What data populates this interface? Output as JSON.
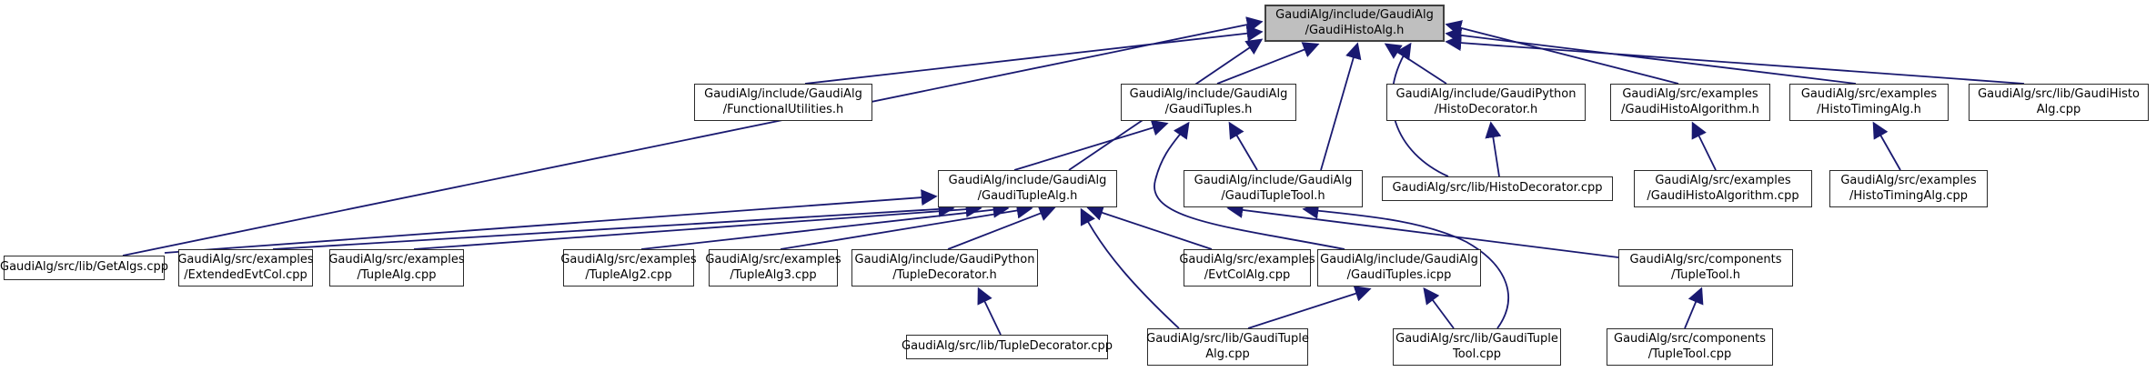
{
  "diagram": {
    "kind": "include-dependency-graph",
    "root_file": "GaudiAlg/include/GaudiAlg/GaudiHistoAlg.h"
  },
  "colors": {
    "edge_color": "#191970",
    "node_border": "#2b2b2b",
    "node_fill": "#ffffff",
    "root_fill": "#bfbfbf",
    "root_border": "#404040",
    "text_color": "#000000",
    "background": "#ffffff"
  },
  "nodes": {
    "gaudi_histo_alg_h": {
      "line1": "GaudiAlg/include/GaudiAlg",
      "line2": "/GaudiHistoAlg.h"
    },
    "functional_utilities_h": {
      "line1": "GaudiAlg/include/GaudiAlg",
      "line2": "/FunctionalUtilities.h"
    },
    "gaudi_tuples_h": {
      "line1": "GaudiAlg/include/GaudiAlg",
      "line2": "/GaudiTuples.h"
    },
    "histo_decorator_h": {
      "line1": "GaudiAlg/include/GaudiPython",
      "line2": "/HistoDecorator.h"
    },
    "gaudi_histo_algorithm_h": {
      "line1": "GaudiAlg/src/examples",
      "line2": "/GaudiHistoAlgorithm.h"
    },
    "histo_timing_alg_h": {
      "line1": "GaudiAlg/src/examples",
      "line2": "/HistoTimingAlg.h"
    },
    "gaudi_histo_alg_cpp": {
      "line1": "GaudiAlg/src/lib/GaudiHisto",
      "line2": "Alg.cpp"
    },
    "gaudi_tuple_alg_h": {
      "line1": "GaudiAlg/include/GaudiAlg",
      "line2": "/GaudiTupleAlg.h"
    },
    "gaudi_tuple_tool_h": {
      "line1": "GaudiAlg/include/GaudiAlg",
      "line2": "/GaudiTupleTool.h"
    },
    "histo_decorator_cpp": {
      "line1": "GaudiAlg/src/lib/HistoDecorator.cpp"
    },
    "gaudi_histo_algorithm_cpp": {
      "line1": "GaudiAlg/src/examples",
      "line2": "/GaudiHistoAlgorithm.cpp"
    },
    "histo_timing_alg_cpp": {
      "line1": "GaudiAlg/src/examples",
      "line2": "/HistoTimingAlg.cpp"
    },
    "get_algs_cpp": {
      "line1": "GaudiAlg/src/lib/GetAlgs.cpp"
    },
    "extended_evt_col_cpp": {
      "line1": "GaudiAlg/src/examples",
      "line2": "/ExtendedEvtCol.cpp"
    },
    "tuple_alg_cpp": {
      "line1": "GaudiAlg/src/examples",
      "line2": "/TupleAlg.cpp"
    },
    "tuple_alg2_cpp": {
      "line1": "GaudiAlg/src/examples",
      "line2": "/TupleAlg2.cpp"
    },
    "tuple_alg3_cpp": {
      "line1": "GaudiAlg/src/examples",
      "line2": "/TupleAlg3.cpp"
    },
    "tuple_decorator_h": {
      "line1": "GaudiAlg/include/GaudiPython",
      "line2": "/TupleDecorator.h"
    },
    "evt_col_alg_cpp": {
      "line1": "GaudiAlg/src/examples",
      "line2": "/EvtColAlg.cpp"
    },
    "gaudi_tuples_icpp": {
      "line1": "GaudiAlg/include/GaudiAlg",
      "line2": "/GaudiTuples.icpp"
    },
    "tuple_tool_h": {
      "line1": "GaudiAlg/src/components",
      "line2": "/TupleTool.h"
    },
    "tuple_decorator_cpp": {
      "line1": "GaudiAlg/src/lib/TupleDecorator.cpp"
    },
    "gaudi_tuple_alg_cpp": {
      "line1": "GaudiAlg/src/lib/GaudiTuple",
      "line2": "Alg.cpp"
    },
    "gaudi_tuple_tool_cpp": {
      "line1": "GaudiAlg/src/lib/GaudiTuple",
      "line2": "Tool.cpp"
    },
    "tuple_tool_cpp": {
      "line1": "GaudiAlg/src/components",
      "line2": "/TupleTool.cpp"
    }
  },
  "edges": [
    {
      "from": "functional_utilities_h",
      "to": "gaudi_histo_alg_h"
    },
    {
      "from": "get_algs_cpp",
      "to": "gaudi_histo_alg_h"
    },
    {
      "from": "gaudi_tuple_alg_h",
      "to": "gaudi_histo_alg_h"
    },
    {
      "from": "gaudi_tuples_h",
      "to": "gaudi_histo_alg_h"
    },
    {
      "from": "gaudi_tuple_tool_h",
      "to": "gaudi_histo_alg_h"
    },
    {
      "from": "histo_decorator_h",
      "to": "gaudi_histo_alg_h"
    },
    {
      "from": "histo_decorator_cpp",
      "to": "gaudi_histo_alg_h"
    },
    {
      "from": "gaudi_histo_algorithm_h",
      "to": "gaudi_histo_alg_h"
    },
    {
      "from": "histo_timing_alg_h",
      "to": "gaudi_histo_alg_h"
    },
    {
      "from": "gaudi_histo_alg_cpp",
      "to": "gaudi_histo_alg_h"
    },
    {
      "from": "gaudi_tuple_alg_h",
      "to": "gaudi_tuples_h"
    },
    {
      "from": "gaudi_tuple_tool_h",
      "to": "gaudi_tuples_h"
    },
    {
      "from": "gaudi_tuples_icpp",
      "to": "gaudi_tuples_h"
    },
    {
      "from": "get_algs_cpp",
      "to": "gaudi_tuple_alg_h"
    },
    {
      "from": "extended_evt_col_cpp",
      "to": "gaudi_tuple_alg_h"
    },
    {
      "from": "tuple_alg_cpp",
      "to": "gaudi_tuple_alg_h"
    },
    {
      "from": "tuple_alg2_cpp",
      "to": "gaudi_tuple_alg_h"
    },
    {
      "from": "tuple_alg3_cpp",
      "to": "gaudi_tuple_alg_h"
    },
    {
      "from": "tuple_decorator_h",
      "to": "gaudi_tuple_alg_h"
    },
    {
      "from": "evt_col_alg_cpp",
      "to": "gaudi_tuple_alg_h"
    },
    {
      "from": "gaudi_tuple_alg_cpp",
      "to": "gaudi_tuple_alg_h"
    },
    {
      "from": "tuple_tool_h",
      "to": "gaudi_tuple_tool_h"
    },
    {
      "from": "gaudi_tuple_tool_cpp",
      "to": "gaudi_tuple_tool_h"
    },
    {
      "from": "histo_decorator_cpp",
      "to": "histo_decorator_h"
    },
    {
      "from": "gaudi_histo_algorithm_cpp",
      "to": "gaudi_histo_algorithm_h"
    },
    {
      "from": "histo_timing_alg_cpp",
      "to": "histo_timing_alg_h"
    },
    {
      "from": "gaudi_tuple_alg_cpp",
      "to": "gaudi_tuples_icpp"
    },
    {
      "from": "gaudi_tuple_tool_cpp",
      "to": "gaudi_tuples_icpp"
    },
    {
      "from": "tuple_decorator_cpp",
      "to": "tuple_decorator_h"
    },
    {
      "from": "tuple_tool_cpp",
      "to": "tuple_tool_h"
    }
  ]
}
